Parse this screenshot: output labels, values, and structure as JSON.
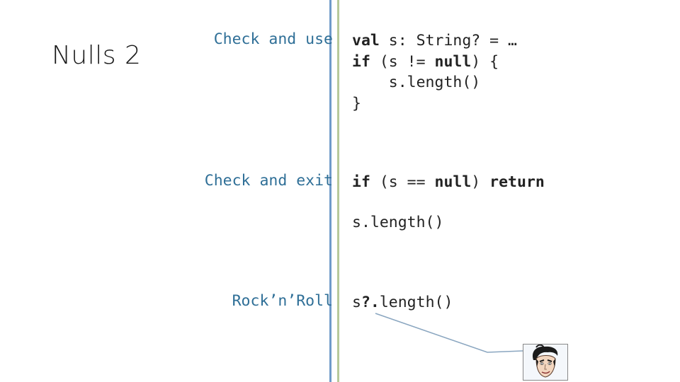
{
  "slide": {
    "title": "Nulls 2"
  },
  "sections": {
    "check_and_use": {
      "label": "Check and use",
      "line1": {
        "kw": "val",
        "rest": " s: String? = …"
      },
      "line2": {
        "kw1": "if",
        "mid": " (s != ",
        "kw2": "null",
        "end": ") {"
      },
      "line3": "    s.length()",
      "line4": "}"
    },
    "check_and_exit": {
      "label": "Check and exit",
      "line1": {
        "kw1": "if",
        "mid": " (s == ",
        "kw2": "null",
        "end": ") ",
        "kw3": "return"
      },
      "line2": "s.length()"
    },
    "rock_n_roll": {
      "label": "Rock’n’Roll",
      "code_pre": "s",
      "code_op": "?.",
      "code_post": "length()"
    }
  },
  "colors": {
    "label_blue": "#2f6f97",
    "divider_blue": "#6f9bc9",
    "divider_green": "#b7c99a",
    "connector": "#8aa6c0"
  },
  "icons": {
    "avatar": "cartoon-face-pompadour"
  }
}
